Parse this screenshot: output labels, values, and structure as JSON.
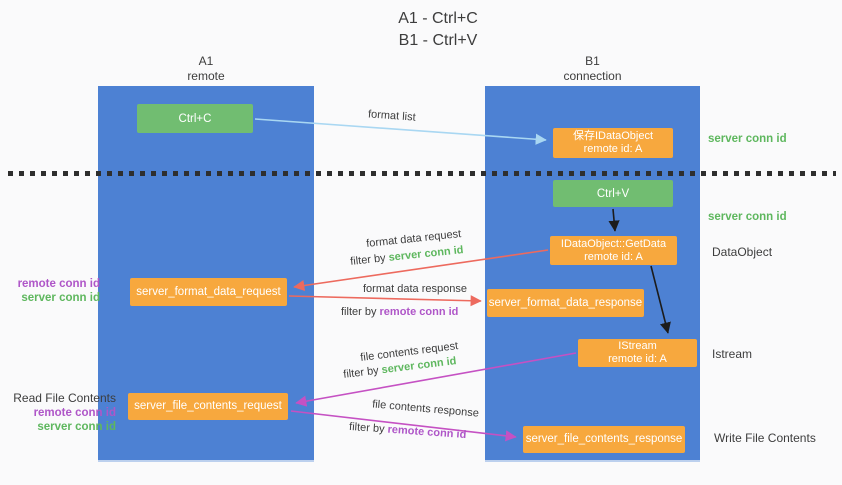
{
  "title": {
    "line1": "A1 - Ctrl+C",
    "line2": "B1 - Ctrl+V"
  },
  "lanes": {
    "a1": {
      "title": "A1",
      "subtitle": "remote"
    },
    "b1": {
      "title": "B1",
      "subtitle": "connection"
    }
  },
  "nodes": {
    "ctrl_c": {
      "label": "Ctrl+C"
    },
    "ctrl_v": {
      "label": "Ctrl+V"
    },
    "save_idataobject": {
      "line1": "保存IDataObject",
      "line2": "remote id: A"
    },
    "idataobject_getdata": {
      "line1": "IDataObject::GetData",
      "line2": "remote id: A"
    },
    "istream": {
      "line1": "IStream",
      "line2": "remote id: A"
    },
    "server_format_data_request": {
      "label": "server_format_data_request"
    },
    "server_format_data_response": {
      "label": "server_format_data_response"
    },
    "server_file_contents_request": {
      "label": "server_file_contents_request"
    },
    "server_file_contents_response": {
      "label": "server_file_contents_response"
    }
  },
  "annotations": {
    "server_conn_id_top": "server conn id",
    "server_conn_id_mid": "server conn id",
    "dataobject": "DataObject",
    "istream": "Istream",
    "write_file_contents": "Write File Contents",
    "read_file_contents": "Read File Contents",
    "left_remote_conn_id": "remote conn id",
    "left_server_conn_id": "server conn id",
    "left2_remote_conn_id": "remote conn id",
    "left2_server_conn_id": "server conn id"
  },
  "arrows": {
    "format_list": "format list",
    "format_data_request": "format data request",
    "format_data_response": "format data response",
    "file_contents_request": "file contents request",
    "file_contents_response": "file contents response",
    "filter_by": "filter by",
    "filter_server_conn_id": "server conn id",
    "filter_remote_conn_id": "remote conn id"
  },
  "colors": {
    "lane_blue": "#4d81d3",
    "node_green": "#71bd71",
    "node_orange": "#f7a83e",
    "green_text": "#5eb75e",
    "purple_text": "#af56c8",
    "red_arrow": "#ed6a5e",
    "magenta_arrow": "#c551c3",
    "light_blue_arrow": "#a9d7f2",
    "black_arrow": "#1c1c1c"
  }
}
